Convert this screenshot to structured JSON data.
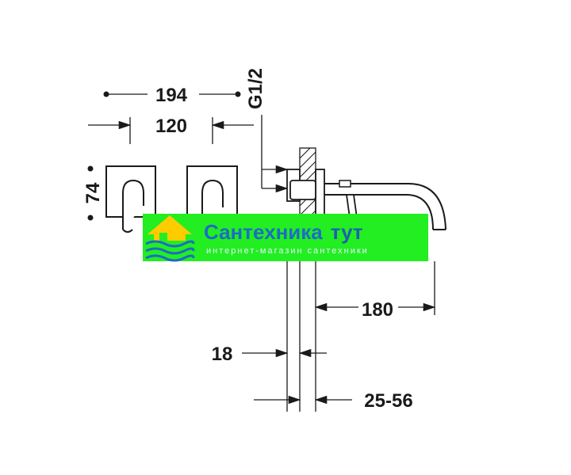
{
  "dimensions": {
    "overall_width": "194",
    "handle_spacing": "120",
    "plate_height": "74",
    "thread": "G1/2",
    "spout_projection": "180",
    "plate_thickness": "18",
    "wall_depth": "25-56"
  },
  "watermark": {
    "title": "Сантехника",
    "title_accent": "тут",
    "subtitle": "интернет-магазин сантехники",
    "colors": {
      "banner": "#22ee22",
      "text": "#1e6cc4",
      "logo": "#ffcc00"
    }
  }
}
